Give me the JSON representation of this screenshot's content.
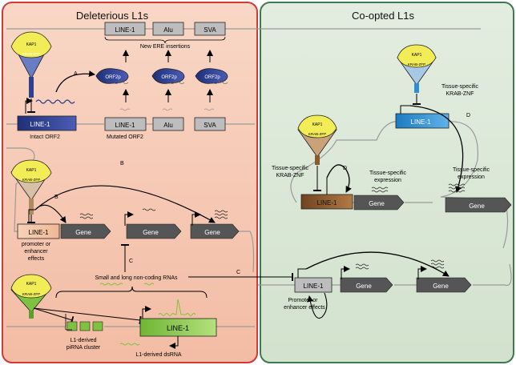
{
  "panels": {
    "left_title": "Deleterious L1s",
    "right_title": "Co-opted L1s"
  },
  "colors": {
    "left_panel_fill": "#f7cdb8",
    "left_panel_border": "#cf3b3b",
    "right_panel_fill": "#dbe7d6",
    "right_panel_border": "#3f7a4e",
    "kap1_yellow": "#f2ec57",
    "navy": "#2f3f8f",
    "gene_gray": "#555555",
    "box_gray": "#bdbdbd",
    "light_blue": "#2e8ed1",
    "brown": "#8a5a2c",
    "green": "#7fc241",
    "peach": "#f3c6a5"
  },
  "labels": {
    "kap1": "KAP1",
    "krab_zfp": "KRAB-ZFP",
    "line1": "LINE-1",
    "alu": "Alu",
    "sva": "SVA",
    "orf2p": "ORF2p",
    "gene": "Gene",
    "new_ere": "New ERE insertions",
    "intact_orf2": "Intact ORF2",
    "mutated_orf2": "Mutated ORF2",
    "promoter_enh_left_1": "promoter or",
    "promoter_enh_left_2": "enhancer",
    "promoter_enh_left_3": "effects",
    "small_rnas": "Small and long non-coding RNAs",
    "pirna_1": "L1-derived",
    "pirna_2": "piRNA cluster",
    "dsrna": "L1-derived dsRNA",
    "tissue_krab_1": "Tissue-specific",
    "tissue_krab_2": "KRAB-ZNF",
    "tissue_expr_1": "Tissue-specific",
    "tissue_expr_2": "expression",
    "promoter_enh_right_1": "Promoter or",
    "promoter_enh_right_2": "enhancer effects",
    "letter_a": "A",
    "letter_b": "B",
    "letter_c": "C",
    "letter_d": "D"
  }
}
